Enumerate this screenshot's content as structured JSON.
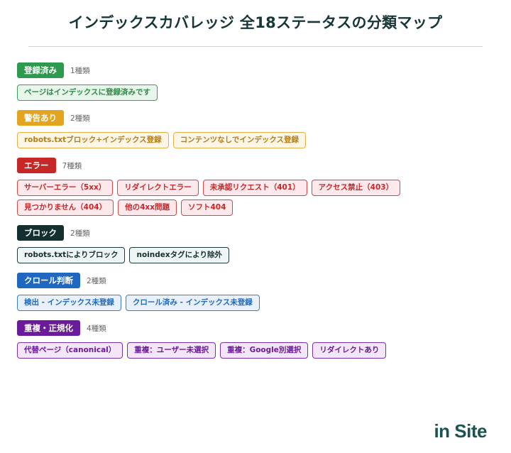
{
  "title": "インデックスカバレッジ 全18ステータスの分類マップ",
  "groups": [
    {
      "label": "登録済み",
      "count": "1種類",
      "color": "#2e9a4e",
      "pill_bg": "#e8f5ea",
      "pill_border": "#3c9f57",
      "pill_text": "#2e8a47",
      "items": [
        "ページはインデックスに登録済みです"
      ]
    },
    {
      "label": "警告あり",
      "count": "2種類",
      "color": "#e3a51f",
      "pill_bg": "#fdf6e6",
      "pill_border": "#e3b04a",
      "pill_text": "#b57d12",
      "items": [
        "robots.txtブロック+インデックス登録",
        "コンテンツなしでインデックス登録"
      ]
    },
    {
      "label": "エラー",
      "count": "7種類",
      "color": "#c62828",
      "pill_bg": "#fde8ec",
      "pill_border": "#d04848",
      "pill_text": "#c62828",
      "items": [
        "サーバーエラー（5xx）",
        "リダイレクトエラー",
        "未承認リクエスト（401）",
        "アクセス禁止（403）",
        "見つかりません（404）",
        "他の4xx問題",
        "ソフト404"
      ]
    },
    {
      "label": "ブロック",
      "count": "2種類",
      "color": "#132f30",
      "pill_bg": "#eef5f4",
      "pill_border": "#1d3b3c",
      "pill_text": "#132f30",
      "items": [
        "robots.txtによりブロック",
        "noindexタグにより除外"
      ]
    },
    {
      "label": "クロール判断",
      "count": "2種類",
      "color": "#1f67bf",
      "pill_bg": "#e7f0fb",
      "pill_border": "#3a7dcc",
      "pill_text": "#1f67bf",
      "items": [
        "検出 - インデックス未登録",
        "クロール済み - インデックス未登録"
      ]
    },
    {
      "label": "重複・正規化",
      "count": "4種類",
      "color": "#6a1b9a",
      "pill_bg": "#f3e6f8",
      "pill_border": "#7b2fa6",
      "pill_text": "#6a1b9a",
      "items": [
        "代替ページ（canonical）",
        "重複：ユーザー未選択",
        "重複：Google別選択",
        "リダイレクトあり"
      ]
    }
  ],
  "logo": {
    "prefix": "in",
    "suffix": "Site"
  }
}
